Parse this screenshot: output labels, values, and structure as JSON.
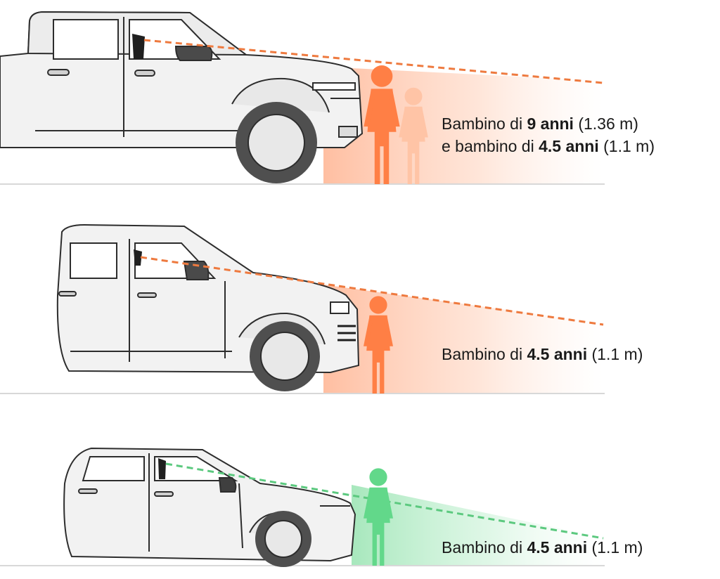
{
  "colors": {
    "danger": "#ff7f45",
    "danger_faded": "#ffc4a6",
    "safe": "#62d88a",
    "car_fill": "#f2f2f2",
    "car_stroke": "#2d2d2d",
    "tire": "#555555",
    "ground": "#d8d8d8"
  },
  "panels": [
    {
      "vehicle": "pickup-truck",
      "visibility": "blind",
      "caption": {
        "line1": {
          "pre": "Bambino di ",
          "age": "9 anni",
          "height": " (1.36 m)"
        },
        "line2": {
          "pre": "e bambino di ",
          "age": "4.5 anni",
          "height": " (1.1 m)"
        }
      }
    },
    {
      "vehicle": "suv",
      "visibility": "blind",
      "caption": {
        "line1": {
          "pre": "Bambino di ",
          "age": "4.5 anni",
          "height": " (1.1 m)"
        }
      }
    },
    {
      "vehicle": "hatchback",
      "visibility": "visible",
      "caption": {
        "line1": {
          "pre": "Bambino di ",
          "age": "4.5 anni",
          "height": " (1.1 m)"
        }
      }
    }
  ]
}
